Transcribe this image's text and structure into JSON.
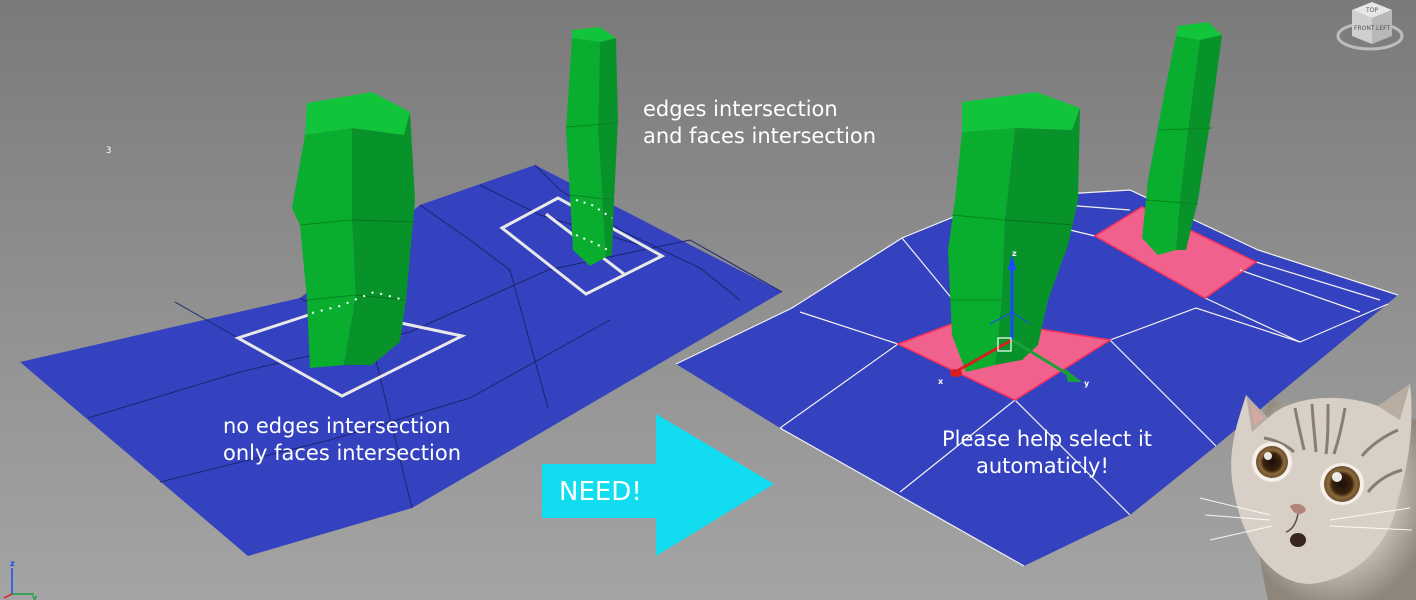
{
  "viewport": {
    "label_left_top": "edges intersection",
    "label_left_bottom": "and faces intersection",
    "label_no_edges_1": "no edges intersection",
    "label_no_edges_2": "only faces intersection",
    "label_need": "NEED!",
    "label_please_1": "Please help select it",
    "label_please_2": "automaticly!",
    "viewport_number": "3"
  },
  "colors": {
    "plane": "#3442bf",
    "pillar": "#0aaa2e",
    "pillar_dark": "#07851f",
    "selected_face": "#f0628d",
    "arrow": "#12dcf0",
    "background": "#8a8a8a"
  },
  "icons": {
    "viewcube": "viewcube-icon",
    "gizmo": "transform-gizmo-icon",
    "axis": "axis-tripod-icon",
    "arrow": "arrow-right-icon",
    "cat": "cat-photo"
  },
  "axis_labels": {
    "x": "x",
    "y": "y",
    "z": "z"
  },
  "viewcube_labels": {
    "top": "TOP",
    "front": "FRONT",
    "left": "LEFT"
  }
}
